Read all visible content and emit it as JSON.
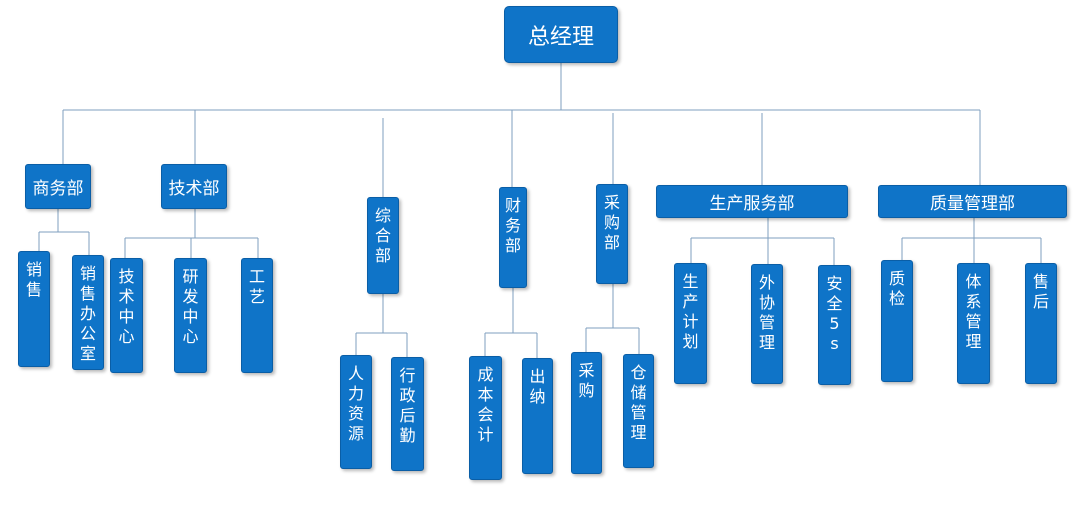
{
  "root": {
    "label": "总经理"
  },
  "departments": [
    {
      "label": "商务部",
      "children": [
        "销售",
        "销售办公室"
      ]
    },
    {
      "label": "技术部",
      "children": [
        "技术中心",
        "研发中心",
        "工艺"
      ]
    },
    {
      "label": "综合部",
      "children": [
        "人力资源",
        "行政后勤"
      ]
    },
    {
      "label": "财务部",
      "children": [
        "成本会计",
        "出纳"
      ]
    },
    {
      "label": "采购部",
      "children": [
        "采购",
        "仓储管理"
      ]
    },
    {
      "label": "生产服务部",
      "children": [
        "生产计划",
        "外协管理",
        "安全5s"
      ]
    },
    {
      "label": "质量管理部",
      "children": [
        "质检",
        "体系管理",
        "售后"
      ]
    }
  ],
  "colors": {
    "node": "#0f74c8",
    "line": "#7f9fbf",
    "text": "#ffffff"
  }
}
